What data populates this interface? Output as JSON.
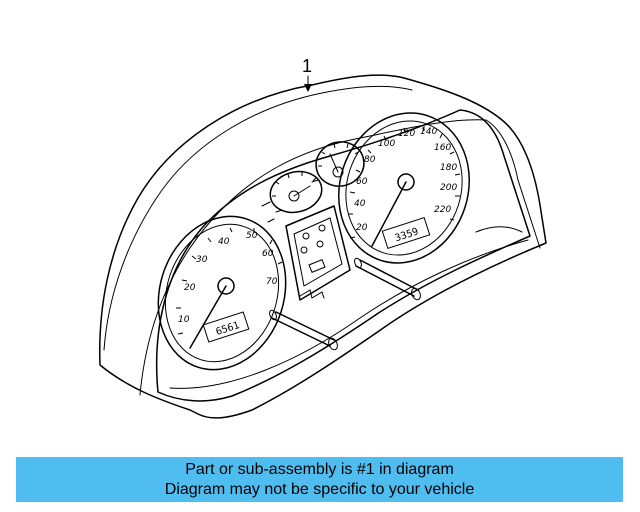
{
  "diagram": {
    "callout_number": "1",
    "speedometer_scale": [
      "20",
      "40",
      "60",
      "80",
      "100",
      "120",
      "140",
      "160",
      "180",
      "200",
      "220"
    ],
    "tachometer_scale": [
      "10",
      "20",
      "30",
      "40",
      "50",
      "60",
      "70"
    ],
    "odometer_reading": "6561",
    "trip_reading": "3359",
    "fill_color": "#5bc8f5"
  },
  "caption": {
    "line1": "Part or sub-assembly is #1 in diagram",
    "line2": "Diagram may not be specific to your vehicle",
    "background": "#4fbdf0"
  }
}
